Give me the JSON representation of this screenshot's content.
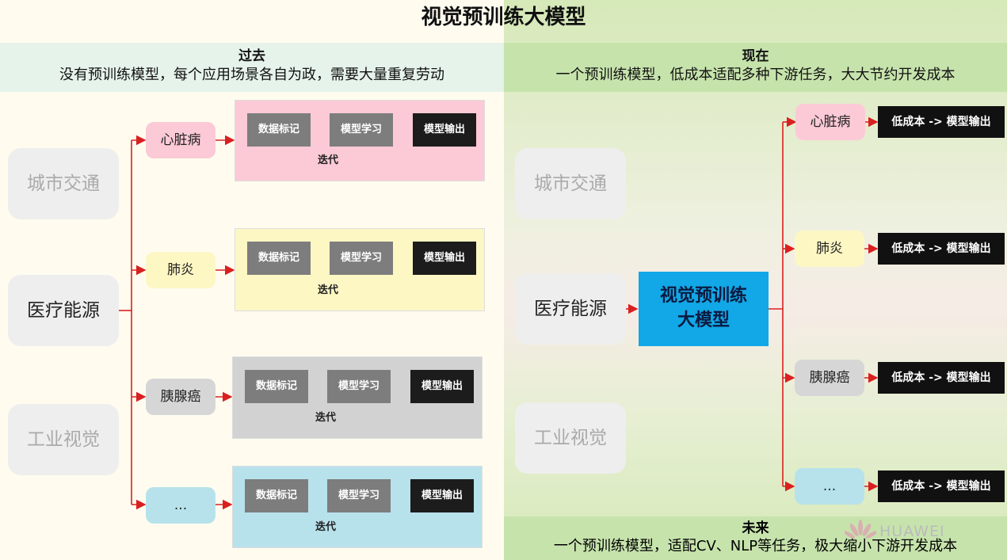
{
  "title": "视觉预训练大模型",
  "past": {
    "heading": "过去",
    "subtitle": "没有预训练模型，每个应用场景各自为政，需要大量重复劳动"
  },
  "present": {
    "heading": "现在",
    "subtitle": "一个预训练模型，低成本适配多种下游任务，大大节约开发成本"
  },
  "future": {
    "heading": "未来",
    "subtitle": "一个预训练模型，适配CV、NLP等任务，极大缩小下游开发成本"
  },
  "domains": [
    "城市交通",
    "医疗能源",
    "工业视觉"
  ],
  "apps": [
    "心脏病",
    "肺炎",
    "胰腺癌",
    "..."
  ],
  "pipeline": {
    "step1": "数据标记",
    "step2": "模型学习",
    "step3": "模型输出",
    "loop": "迭代"
  },
  "big_model": [
    "视觉预训练",
    "大模型"
  ],
  "output_label": "低成本 -> 模型输出",
  "brand": "HUAWEI",
  "colors": {
    "heart": "#fccad6",
    "lung": "#fdf7c4",
    "pancreas": "#d2d2d2",
    "more": "#b7e2ec",
    "big_model": "#12a7e6",
    "arrow": "#d92020"
  }
}
